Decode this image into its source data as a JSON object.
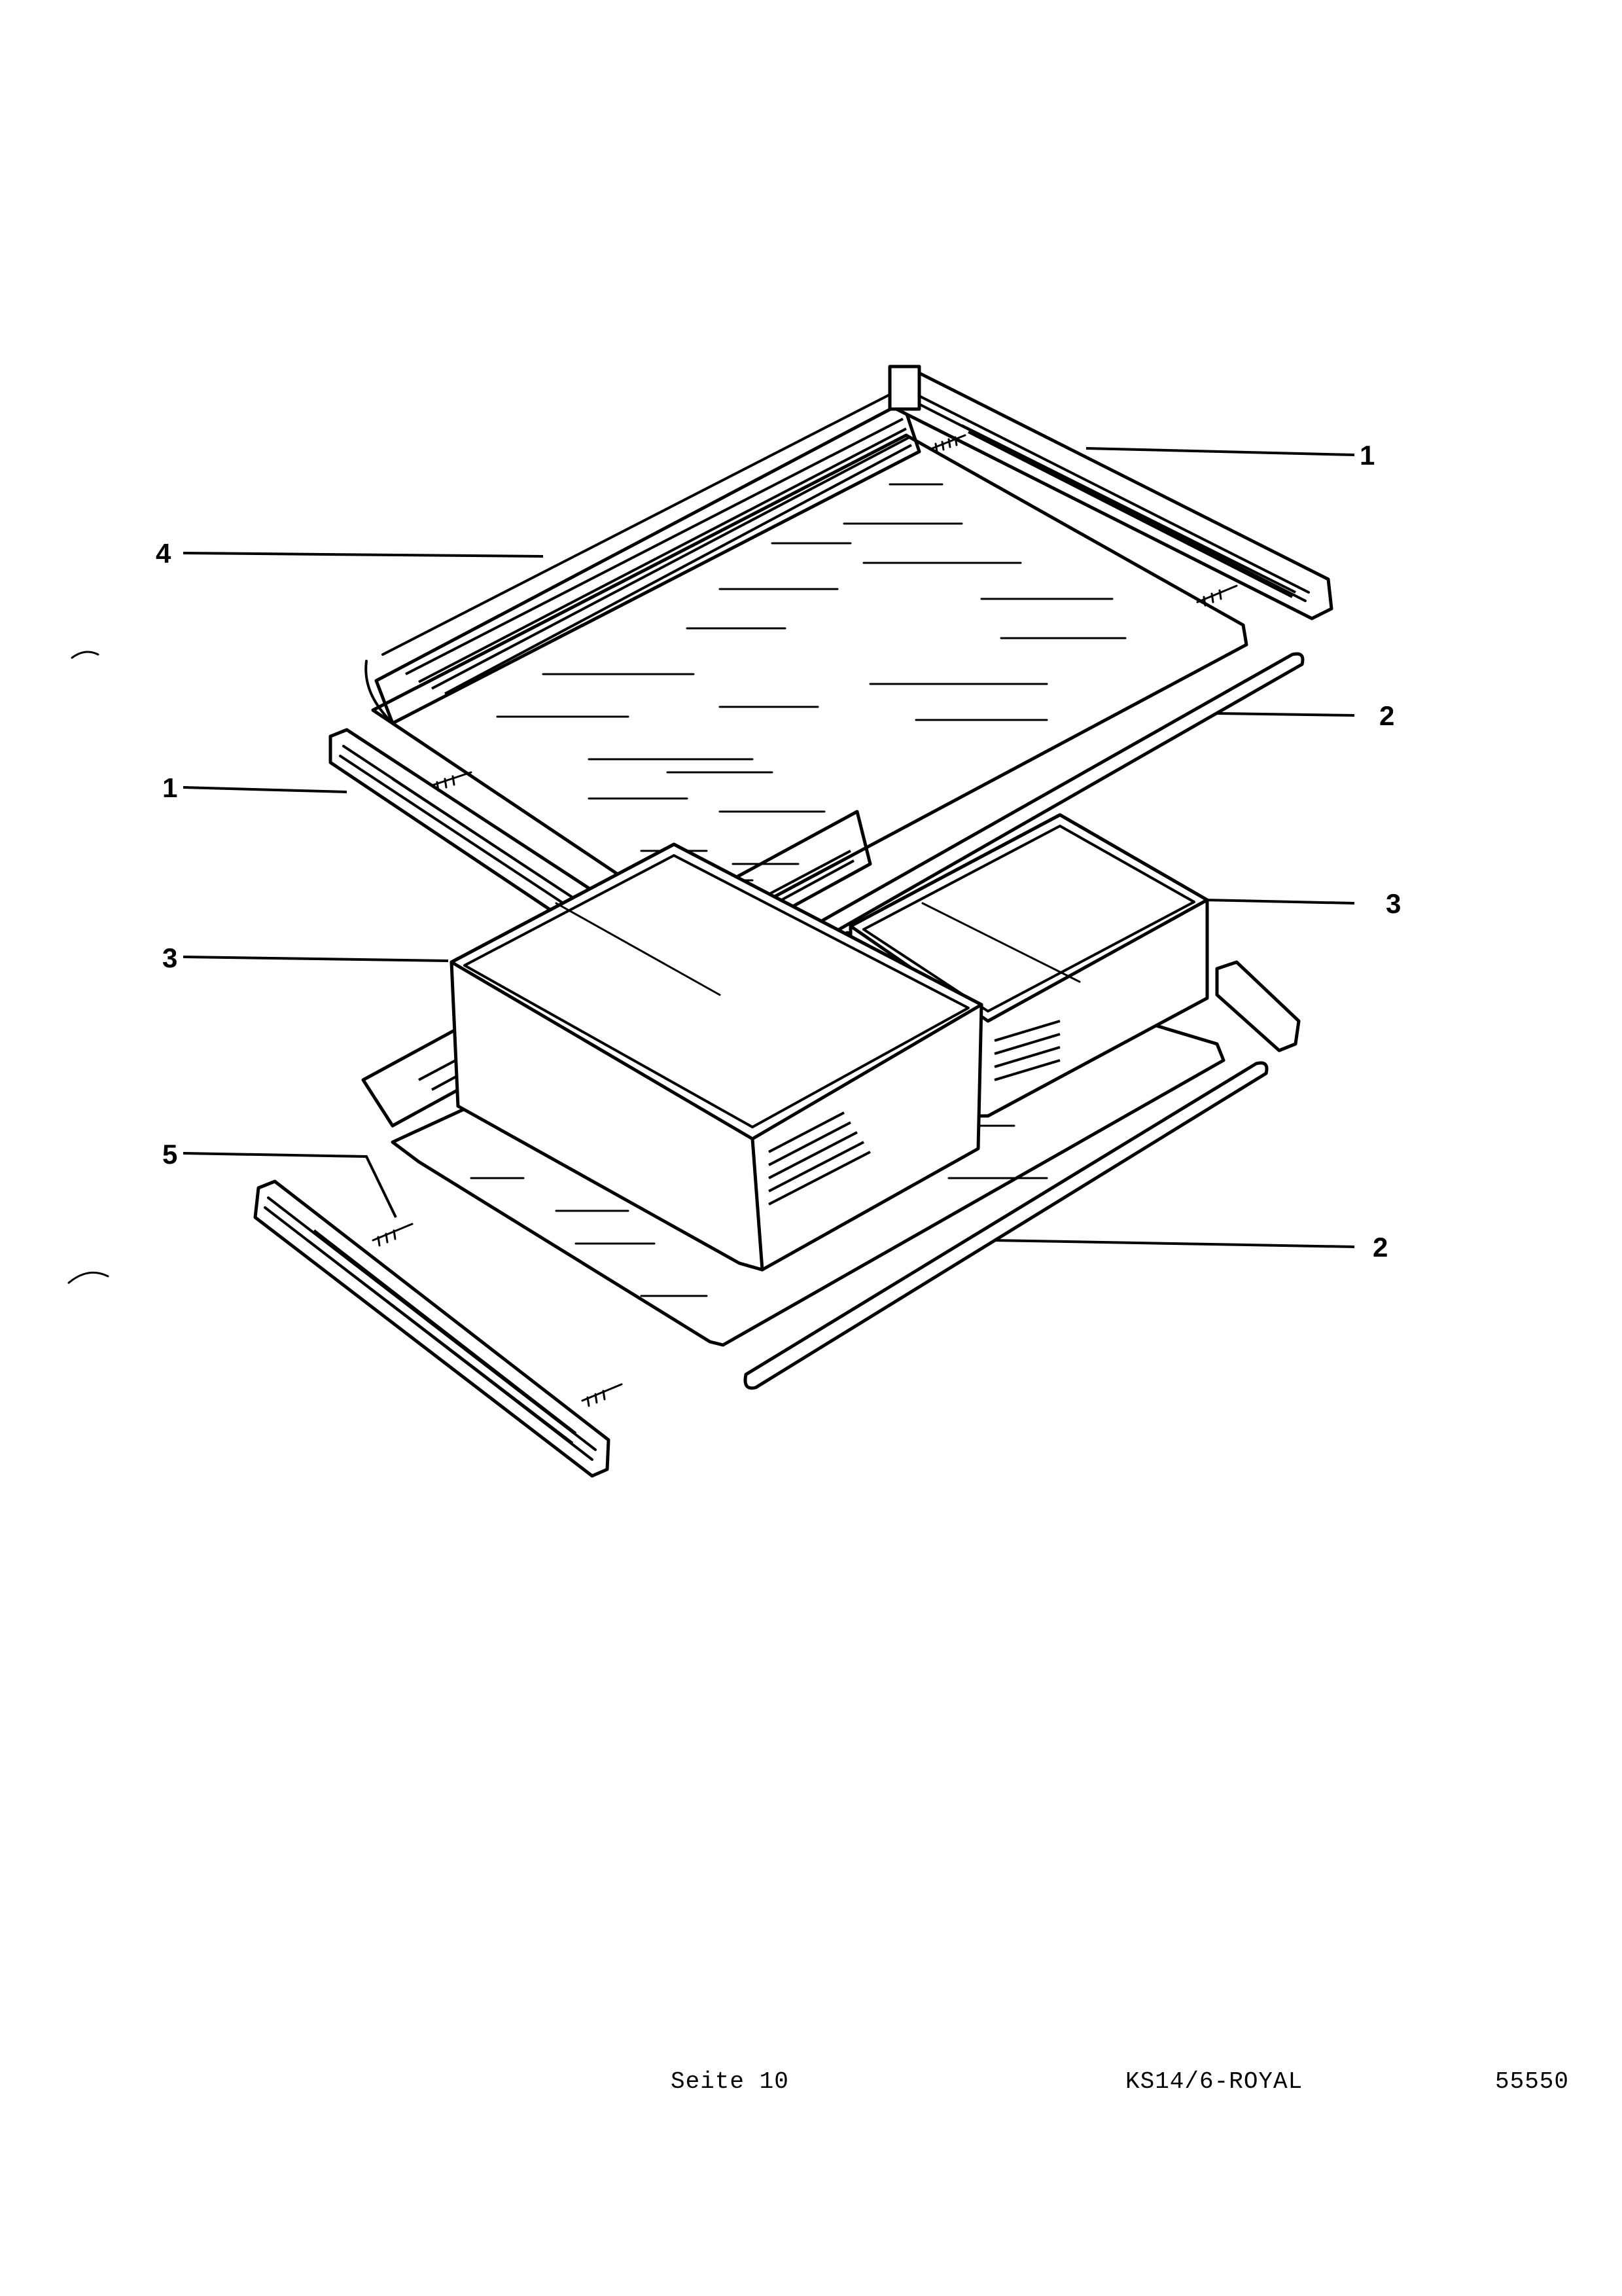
{
  "diagram": {
    "callouts": [
      {
        "id": "c1a",
        "label": "1"
      },
      {
        "id": "c4",
        "label": "4"
      },
      {
        "id": "c2a",
        "label": "2"
      },
      {
        "id": "c1b",
        "label": "1"
      },
      {
        "id": "c3a",
        "label": "3"
      },
      {
        "id": "c3b",
        "label": "3"
      },
      {
        "id": "c5",
        "label": "5"
      },
      {
        "id": "c2b",
        "label": "2"
      }
    ]
  },
  "footer": {
    "page": "Seite 10",
    "model": "KS14/6-ROYAL",
    "number": "55550"
  }
}
